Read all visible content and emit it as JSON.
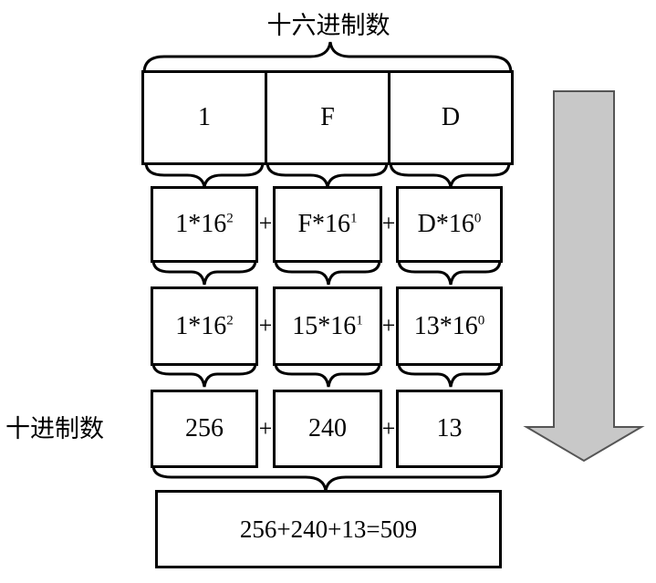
{
  "labels": {
    "hex_title": "十六进制数",
    "dec_title": "十进制数"
  },
  "hex_digits": [
    "1",
    "F",
    "D"
  ],
  "row_expand": [
    {
      "base": "1*16",
      "exp": "2"
    },
    {
      "base": "F*16",
      "exp": "1"
    },
    {
      "base": "D*16",
      "exp": "0"
    }
  ],
  "row_values": [
    {
      "base": "1*16",
      "exp": "2"
    },
    {
      "base": "15*16",
      "exp": "1"
    },
    {
      "base": "13*16",
      "exp": "0"
    }
  ],
  "row_decimal": [
    "256",
    "240",
    "13"
  ],
  "plus": "+",
  "result": "256+240+13=509",
  "colors": {
    "stroke": "#000000",
    "arrow_fill": "#c8c8c8",
    "arrow_stroke": "#555555"
  },
  "icons": {
    "down_arrow": "down-arrow-icon"
  }
}
